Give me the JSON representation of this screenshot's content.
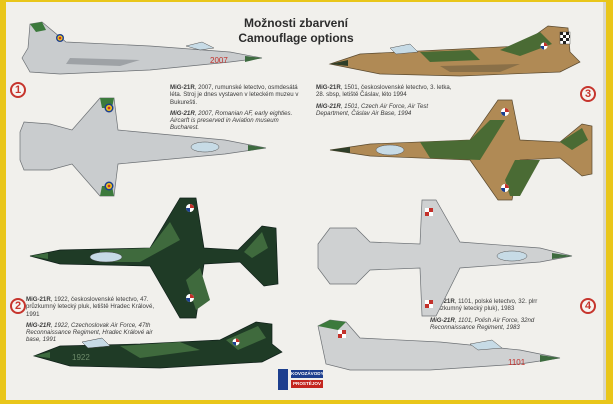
{
  "title": {
    "cz": "Možnosti zbarvení",
    "en": "Camouflage options"
  },
  "option_numbers": [
    "1",
    "2",
    "3",
    "4"
  ],
  "captions": [
    {
      "id": "1",
      "cz": {
        "model": "MiG-21R",
        "text": ", 2007, rumunské letectvo, osmdesátá léta. Stroj je dnes vystaven v leteckém muzeu v Bukurešti."
      },
      "en": {
        "model": "MiG-21R",
        "text": ", 2007, Romanian AF, early eighties. Aircarft is preserved in Aviation museum Bucharest."
      }
    },
    {
      "id": "2",
      "cz": {
        "model": "MiG-21R",
        "text": ", 1922, československé letectvo, 47. průzkumný letecký pluk, letiště Hradec Králové, 1991"
      },
      "en": {
        "model": "MiG-21R",
        "text": ", 1922, Czechoslovak Air Force, 47th Reconnaissance Regiment, Hradec Králové air base, 1991"
      }
    },
    {
      "id": "3",
      "cz": {
        "model": "MiG-21R",
        "text": ", 1501, československé letectvo, 3. letka, 28. sbsp, letiště Čáslav, léto 1994"
      },
      "en": {
        "model": "MiG-21R",
        "text": ", 1501, Czech Air Force, Air Test Department, Čáslav Air Base, 1994"
      }
    },
    {
      "id": "4",
      "cz": {
        "model": "MiG-21R",
        "text": ", 1101, polské letectvo, 32. plrr (průzkumný letecký pluk), 1983"
      },
      "en": {
        "model": "MiG-21R",
        "text": ", 1101, Polish Air Force, 32nd Reconnaissance Regiment, 1983"
      }
    }
  ],
  "serials": [
    "2007",
    "1922",
    "1101"
  ],
  "logo": {
    "line1": "KOVOZÁVODY",
    "line2": "PROSTĚJOV"
  },
  "colors": {
    "background": "#e9c61a",
    "sheet": "#f1f0ec",
    "option_number": "#c6352d",
    "romanian_grey": "#c9ccce",
    "czech_sand": "#b08a55",
    "czech_green": "#4a6b34",
    "dark_green": "#1f3b26",
    "mid_green": "#3f6a3d",
    "polish_silver": "#cfd1d2",
    "serial_red": "#c3302a",
    "nose_green": "#3d6b3f"
  }
}
